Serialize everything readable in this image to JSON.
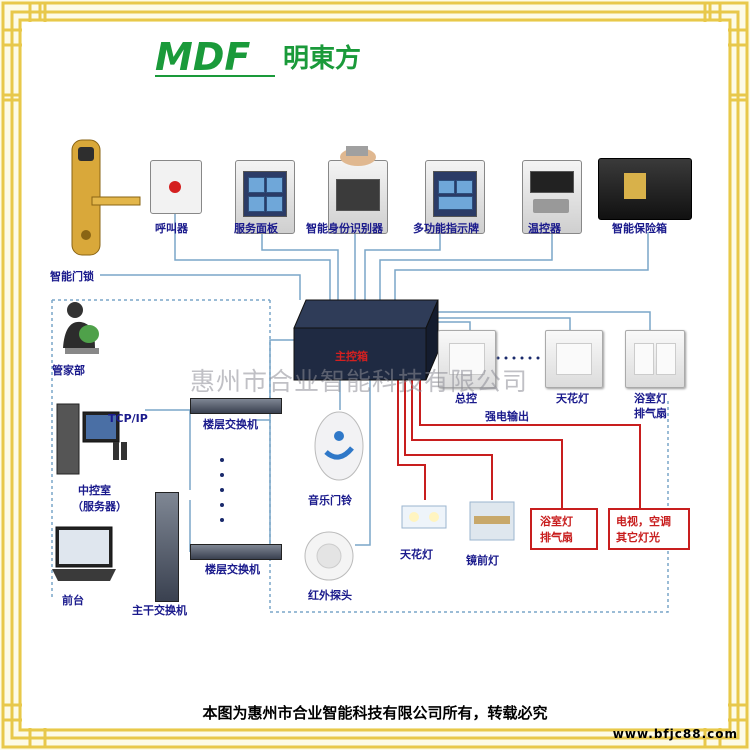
{
  "logo": {
    "brand_latin": "MDF",
    "brand_cn": "明東方"
  },
  "devices": {
    "door_lock": "智能门锁",
    "call_button": "呼叫器",
    "service_panel": "服务面板",
    "id_recognizer": "智能身份识别器",
    "indicator": "多功能指示牌",
    "thermostat": "温控器",
    "safe": "智能保险箱",
    "housekeeping": "管家部",
    "tcpip": "TCP/IP",
    "control_room": "中控室",
    "server": "（服务器）",
    "front_desk": "前台",
    "floor_switch_1": "楼层交换机",
    "floor_switch_2": "楼层交换机",
    "main_switch": "主干交换机",
    "main_box": "主控箱",
    "doorbell": "音乐门铃",
    "ir_probe": "红外探头",
    "master_ctrl": "总控",
    "ceiling_light_sw": "天花灯",
    "bath_light_sw_1": "浴室灯",
    "bath_light_sw_2": "排气扇",
    "power_output": "强电输出",
    "ceiling_light": "天花灯",
    "mirror_light": "镜前灯",
    "bath_box_1": "浴室灯",
    "bath_box_2": "排气扇",
    "tv_box_1": "电视，空调",
    "tv_box_2": "其它灯光"
  },
  "watermark": "惠州市合业智能科技有限公司",
  "footer": "本图为惠州市合业智能科技有限公司所有，转载必究",
  "url": "www.bfjc88.com",
  "colors": {
    "frame": "#e8c84a",
    "logo": "#1a9a3a",
    "label": "#1a1a8c",
    "wire": "#7aa6c8",
    "power": "#c81e1e"
  }
}
